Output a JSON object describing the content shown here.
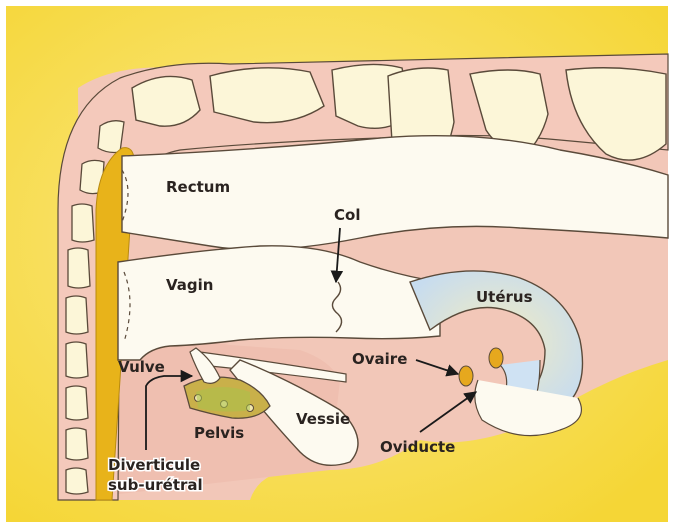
{
  "labels": {
    "rectum": "Rectum",
    "col": "Col",
    "vagin": "Vagin",
    "uterus": "Utérus",
    "vulve": "Vulve",
    "ovaire": "Ovaire",
    "pelvis": "Pelvis",
    "vessie": "Vessie",
    "oviducte": "Oviducte",
    "diverticule_line1": "Diverticule",
    "diverticule_line2": "sub-urétral"
  },
  "colors": {
    "background": "#f5d636",
    "background_light": "#fbe98a",
    "bone": "#fcf6d8",
    "bone_outline": "#5a4a3a",
    "flesh": "#f2c7b8",
    "flesh_light": "#f7ddd0",
    "uterus": "#cfe2f3",
    "cord": "#e8b31a",
    "pelvis": "#c9b04a",
    "ovary": "#e6a81e",
    "arrow": "#1a1a1a"
  }
}
